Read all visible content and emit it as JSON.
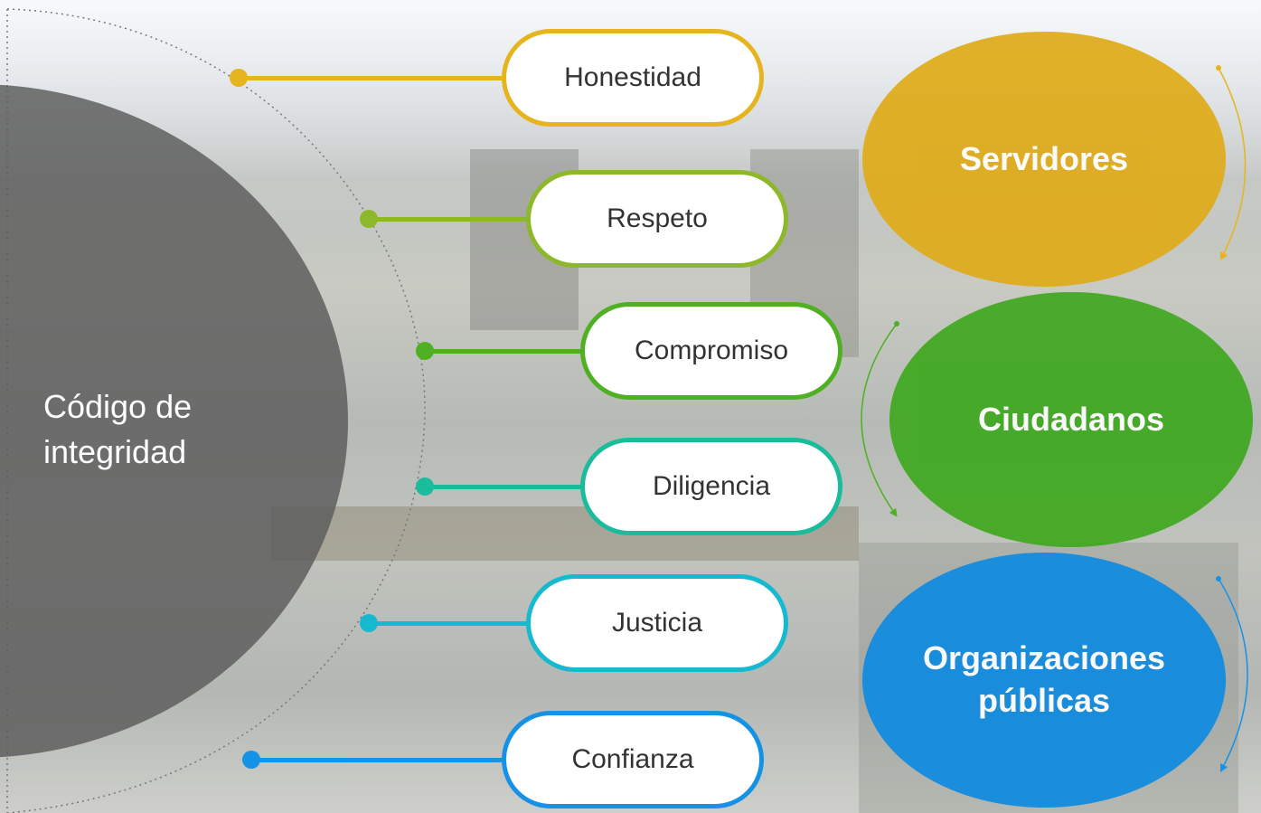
{
  "center": {
    "line1": "Código de",
    "line2": "integridad"
  },
  "values": [
    {
      "label": "Honestidad",
      "color": "#e6b41e"
    },
    {
      "label": "Respeto",
      "color": "#8cb82a"
    },
    {
      "label": "Compromiso",
      "color": "#4fb023"
    },
    {
      "label": "Diligencia",
      "color": "#1bbc9b"
    },
    {
      "label": "Justicia",
      "color": "#15b9d0"
    },
    {
      "label": "Confianza",
      "color": "#1592e6"
    }
  ],
  "groups": [
    {
      "label": "Servidores",
      "color": "#e0ab1a"
    },
    {
      "label": "Ciudadanos",
      "color": "#3fa81f"
    },
    {
      "label": "Organizaciones públicas",
      "color": "#0f8be0"
    }
  ]
}
